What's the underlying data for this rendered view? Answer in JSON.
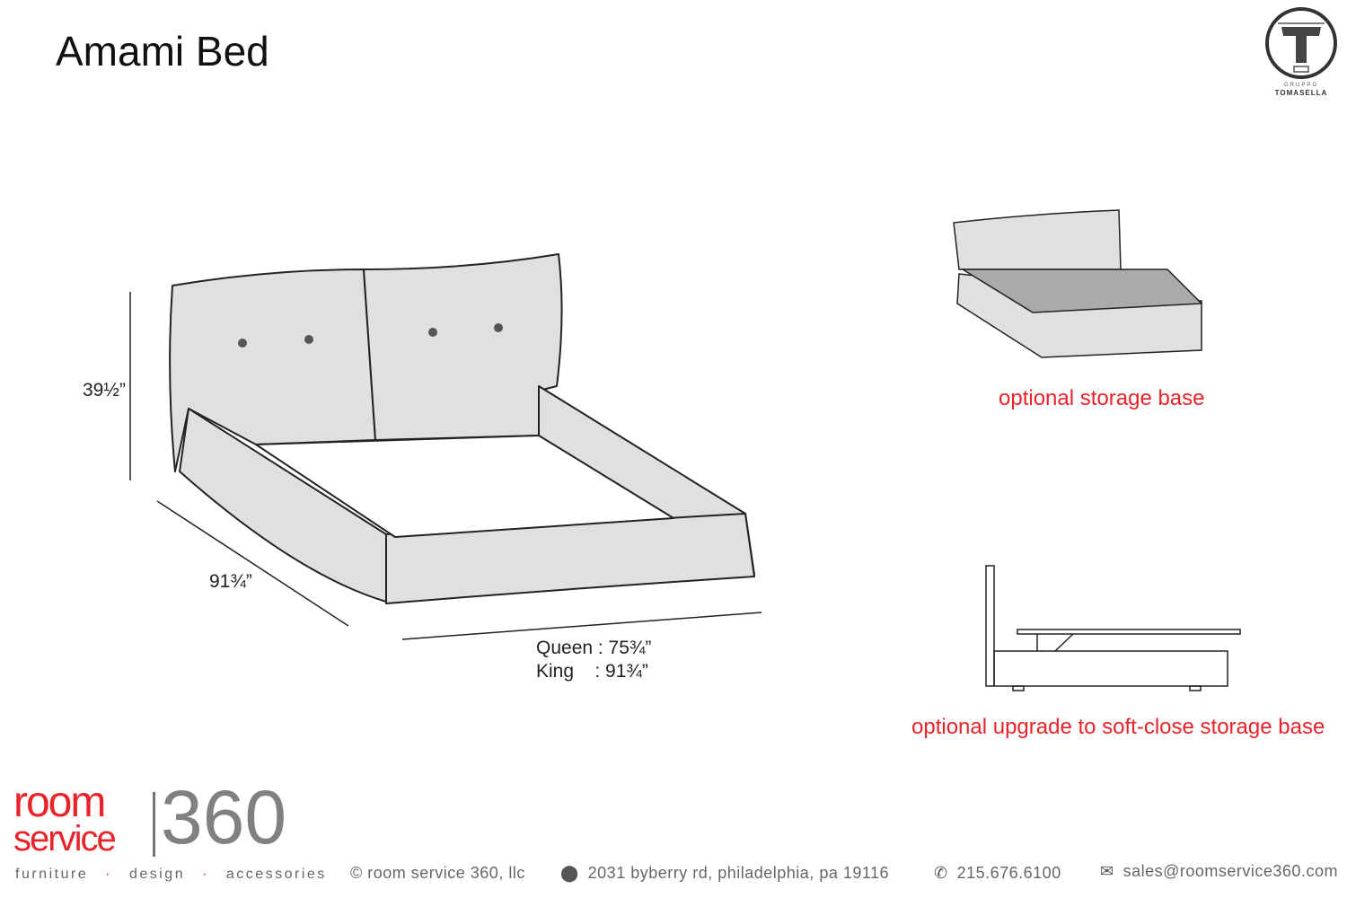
{
  "title": "Amami Bed",
  "dimensions": {
    "height": "39½”",
    "length": "91¾”",
    "width_queen": "Queen : 75¾”",
    "width_king": "King    : 91¾”"
  },
  "options": {
    "storage_base": "optional storage base",
    "soft_close": "optional upgrade to soft-close storage base"
  },
  "brand_logo": {
    "letter": "T",
    "line1": "GRUPPO",
    "line2": "TOMASELLA"
  },
  "footer": {
    "logo_room": "room",
    "logo_service": "service",
    "logo_360": "360",
    "tagline": [
      "furniture",
      "design",
      "accessories"
    ],
    "copyright": "© room service 360, llc",
    "address": "2031 byberry rd, philadelphia, pa 19116",
    "phone": "215.676.6100",
    "email": "sales@roomservice360.com"
  },
  "colors": {
    "accent": "#e8232a",
    "grey": "#808080"
  }
}
